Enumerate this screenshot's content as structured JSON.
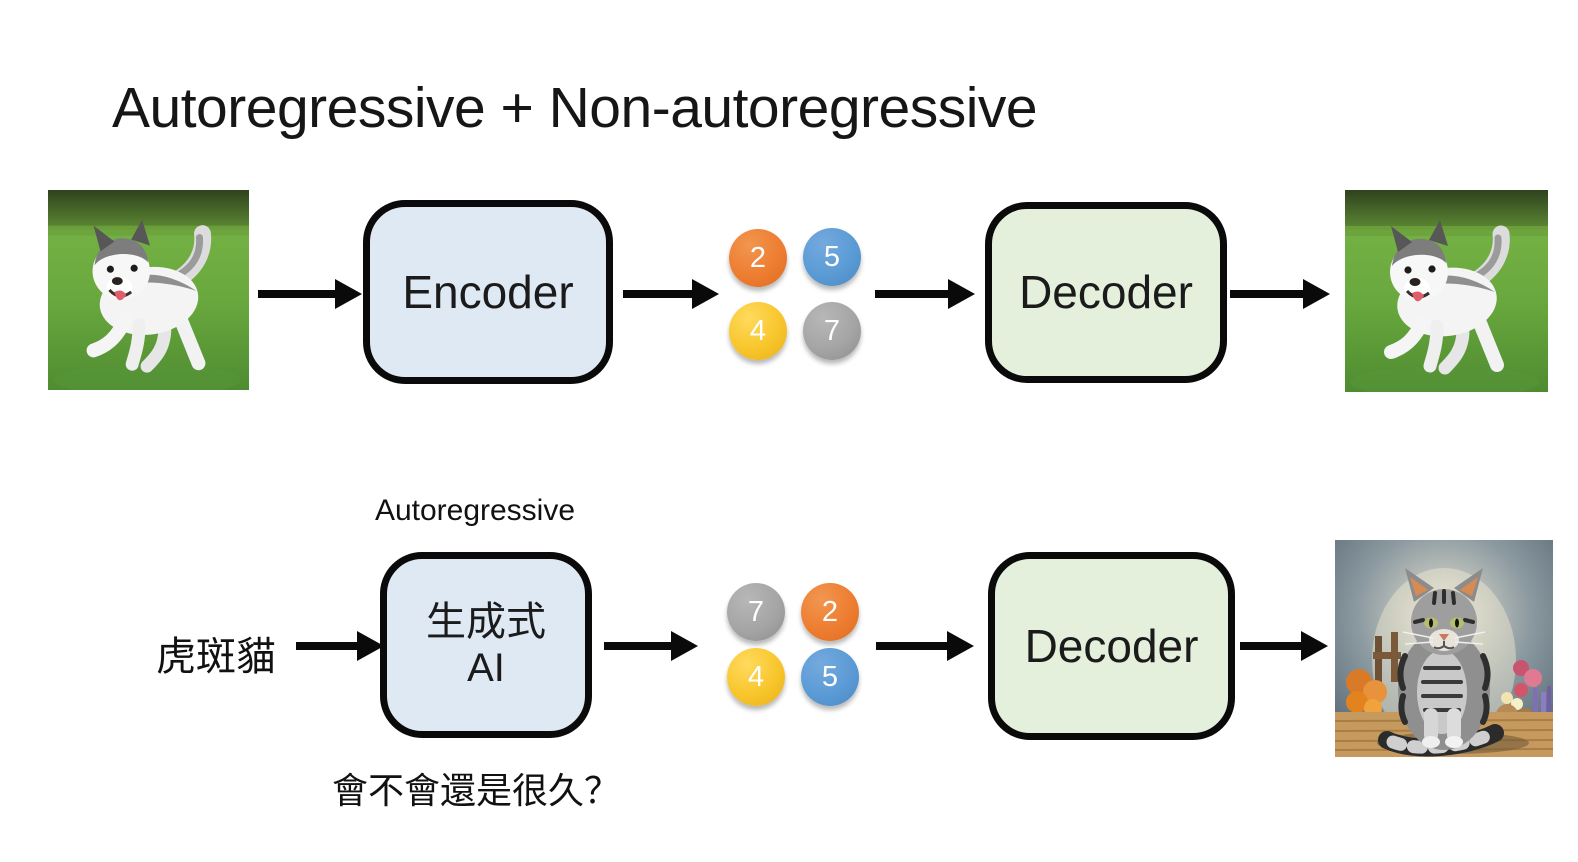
{
  "slide": {
    "title": "Autoregressive + Non-autoregressive",
    "row2_label": "Autoregressive",
    "input_text": "虎斑貓",
    "caption_question": "會不會還是很久？"
  },
  "boxes": {
    "encoder_label": "Encoder",
    "decoder_top_label": "Decoder",
    "decoder_bottom_label": "Decoder",
    "genai_line1": "生成式",
    "genai_line2": "AI"
  },
  "tokens_top": [
    {
      "value": "2",
      "color": "orange"
    },
    {
      "value": "5",
      "color": "blue"
    },
    {
      "value": "4",
      "color": "yellow"
    },
    {
      "value": "7",
      "color": "gray"
    }
  ],
  "tokens_bottom": [
    {
      "value": "7",
      "color": "gray"
    },
    {
      "value": "2",
      "color": "orange"
    },
    {
      "value": "4",
      "color": "yellow"
    },
    {
      "value": "5",
      "color": "blue"
    }
  ],
  "palette": {
    "token_orange": "#ED7D31",
    "token_blue": "#5B9BD5",
    "token_yellow": "#F8C62C",
    "token_gray": "#A5A5A5",
    "encoder_fill": "#DFE9F4",
    "decoder_fill": "#E4EFDC",
    "box_border": "#0A0A0A",
    "arrow_color": "#0A0A0A"
  },
  "images": {
    "input_dog": "husky-dog-running-on-grass-photo",
    "output_dog": "husky-dog-running-on-grass-photo",
    "output_cat": "tabby-cat-garden-painting"
  }
}
